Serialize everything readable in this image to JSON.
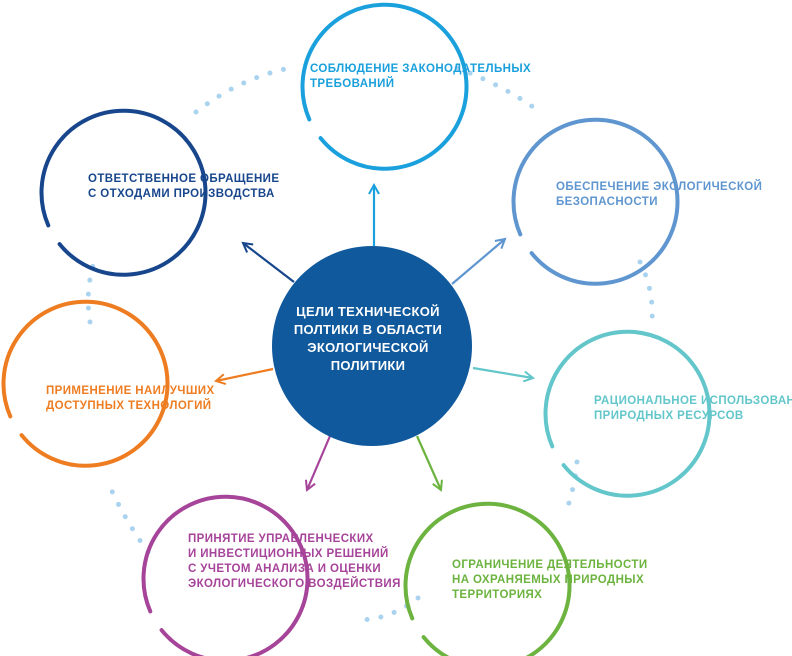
{
  "center": {
    "lines": [
      "ЦЕЛИ ТЕХНИЧЕСКОЙ",
      "ПОЛТИКИ В ОБЛАСТИ",
      "ЭКОЛОГИЧЕСКОЙ",
      "ПОЛИТИКИ"
    ],
    "color": "#10599c"
  },
  "nodes": [
    {
      "id": "legal",
      "lines": [
        "СОБЛЮДЕНИЕ ЗАКОНОДАТЕЛЬНЫХ",
        "ТРЕБОВАНИЙ"
      ],
      "color": "#1aa0dc"
    },
    {
      "id": "safety",
      "lines": [
        "ОБЕСПЕЧЕНИЕ ЭКОЛОГИЧЕСКОЙ",
        "БЕЗОПАСНОСТИ"
      ],
      "color": "#5f96d0"
    },
    {
      "id": "resources",
      "lines": [
        "РАЦИОНАЛЬНОЕ ИСПОЛЬЗОВАНИЕ",
        "ПРИРОДНЫХ РЕСУРСОВ"
      ],
      "color": "#62c6ca"
    },
    {
      "id": "territories",
      "lines": [
        "ОГРАНИЧЕНИЕ ДЕЯТЕЛЬНОСТИ",
        "НА ОХРАНЯЕМЫХ ПРИРОДНЫХ",
        "ТЕРРИТОРИЯХ"
      ],
      "color": "#6cb33f"
    },
    {
      "id": "decisions",
      "lines": [
        "ПРИНЯТИЕ УПРАВЛЕНЧЕСКИХ",
        "И ИНВЕСТИЦИОННЫХ РЕШЕНИЙ",
        "С УЧЕТОМ АНАЛИЗА И ОЦЕНКИ",
        "ЭКОЛОГИЧЕСКОГО ВОЗДЕЙСТВИЯ"
      ],
      "color": "#a6449a"
    },
    {
      "id": "technologies",
      "lines": [
        "ПРИМЕНЕНИЕ НАИЛУЧШИХ",
        "ДОСТУПНЫХ ТЕХНОЛОГИЙ"
      ],
      "color": "#ee7d22"
    },
    {
      "id": "waste",
      "lines": [
        "ОТВЕТСТВЕННОЕ ОБРАЩЕНИЕ",
        "С ОТХОДАМИ ПРОИЗВОДСТВА"
      ],
      "color": "#17468c"
    }
  ],
  "dot_color": "#a9d3ee"
}
